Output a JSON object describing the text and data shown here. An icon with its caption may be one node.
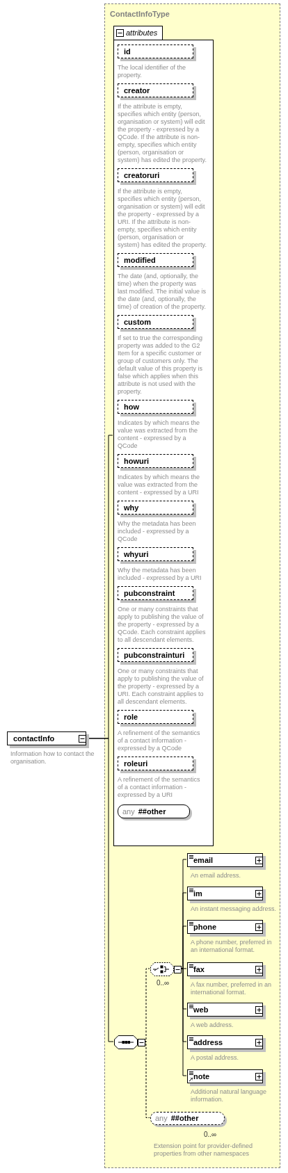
{
  "diagram": {
    "nodes": [
      {
        "text": [
          "contactInfo"
        ],
        "beside": [
          "Information how to contact the organisation."
        ]
      },
      {
        "text": [
          "ContactInfoType"
        ]
      },
      {
        "text": [
          "attributes"
        ],
        "in": 1
      },
      {
        "text": [
          "id"
        ],
        "beside": [
          "The local identifier of the property."
        ],
        "in": 2
      },
      {
        "text": [
          "creator"
        ],
        "beside": [
          "If the attribute is empty, specifies which entity (person, organisation or system) will edit the property - expressed by a QCode. If the attribute is non-empty, specifies which entity (person, organisation or system) has edited the property."
        ],
        "in": 2
      },
      {
        "text": [
          "creatoruri"
        ],
        "beside": [
          "If the attribute is empty, specifies which entity (person, organisation or system) will edit the property - expressed by a URI. If the attribute is non-empty, specifies which entity (person, organisation or system) has edited the property."
        ],
        "in": 2
      },
      {
        "text": [
          "modified"
        ],
        "beside": [
          "The date (and, optionally, the time) when the property was last modified. The initial value is the date (and, optionally, the time) of creation of the property."
        ],
        "in": 2
      },
      {
        "text": [
          "custom"
        ],
        "beside": [
          "If set to true the corresponding property was added to the G2 Item for a specific customer or group of customers only. The default value of this property is false which applies when this attribute is not used with the property."
        ],
        "in": 2
      },
      {
        "text": [
          "how"
        ],
        "beside": [
          "Indicates by which means the value was extracted from the content - expressed by a QCode"
        ],
        "in": 2
      },
      {
        "text": [
          "howuri"
        ],
        "beside": [
          "Indicates by which means the value was extracted from the content - expressed by a URI"
        ],
        "in": 2
      },
      {
        "text": [
          "why"
        ],
        "beside": [
          "Why the metadata has been included - expressed by a QCode"
        ],
        "in": 2
      },
      {
        "text": [
          "whyuri"
        ],
        "beside": [
          "Why the metadata has been included - expressed by a URI"
        ],
        "in": 2
      },
      {
        "text": [
          "pubconstraint"
        ],
        "beside": [
          "One or many constraints that apply to publishing the value of the property - expressed by a QCode. Each constraint applies to all descendant elements."
        ],
        "in": 2
      },
      {
        "text": [
          "pubconstrainturi"
        ],
        "beside": [
          "One or many constraints that apply to publishing the value of the property - expressed by a URI. Each constraint applies to all descendant elements."
        ],
        "in": 2
      },
      {
        "text": [
          "role"
        ],
        "beside": [
          "A refinement of the semantics of a contact information - expressed by a QCode"
        ],
        "in": 2
      },
      {
        "text": [
          "roleuri"
        ],
        "beside": [
          "A refinement of the semantics of a contact information - expressed by a URI"
        ],
        "in": 2
      },
      {
        "text": [
          "any",
          "##other"
        ],
        "in": 2
      },
      {
        "text": [],
        "shape": "octagon",
        "in": 1
      },
      {
        "text": [],
        "shape": "octagon",
        "beside": [
          "0..∞"
        ],
        "in": 1
      },
      {
        "text": [
          "email"
        ],
        "beside": [
          "An email address."
        ],
        "in": 1
      },
      {
        "text": [
          "im"
        ],
        "beside": [
          "An instant messaging address."
        ],
        "in": 1
      },
      {
        "text": [
          "phone"
        ],
        "beside": [
          "A phone number, preferred in an international format."
        ],
        "in": 1
      },
      {
        "text": [
          "fax"
        ],
        "beside": [
          "A fax number, preferred in an international format."
        ],
        "in": 1
      },
      {
        "text": [
          "web"
        ],
        "beside": [
          "A web address."
        ],
        "in": 1
      },
      {
        "text": [
          "address"
        ],
        "beside": [
          "A postal address."
        ],
        "in": 1
      },
      {
        "text": [
          "note"
        ],
        "beside": [
          "Additional natural language information."
        ],
        "in": 1
      },
      {
        "text": [
          "any",
          "##other"
        ],
        "beside": [
          "0..∞",
          "Extension point for provider-defined properties from other namespaces"
        ],
        "in": 1
      }
    ],
    "edges": [
      {
        "from": 0,
        "to": 2,
        "arrow": "none"
      },
      {
        "from": 0,
        "to": 17,
        "arrow": "none"
      },
      {
        "from": 17,
        "to": 18,
        "arrow": "none",
        "style": "dashed"
      },
      {
        "from": 17,
        "to": 26,
        "arrow": "none",
        "style": "dashed"
      },
      {
        "from": 18,
        "to": 19,
        "arrow": "none"
      },
      {
        "from": 18,
        "to": 20,
        "arrow": "none"
      },
      {
        "from": 18,
        "to": 21,
        "arrow": "none"
      },
      {
        "from": 18,
        "to": 22,
        "arrow": "none"
      },
      {
        "from": 18,
        "to": 23,
        "arrow": "none"
      },
      {
        "from": 18,
        "to": 24,
        "arrow": "none"
      },
      {
        "from": 18,
        "to": 25,
        "arrow": "none"
      }
    ]
  }
}
